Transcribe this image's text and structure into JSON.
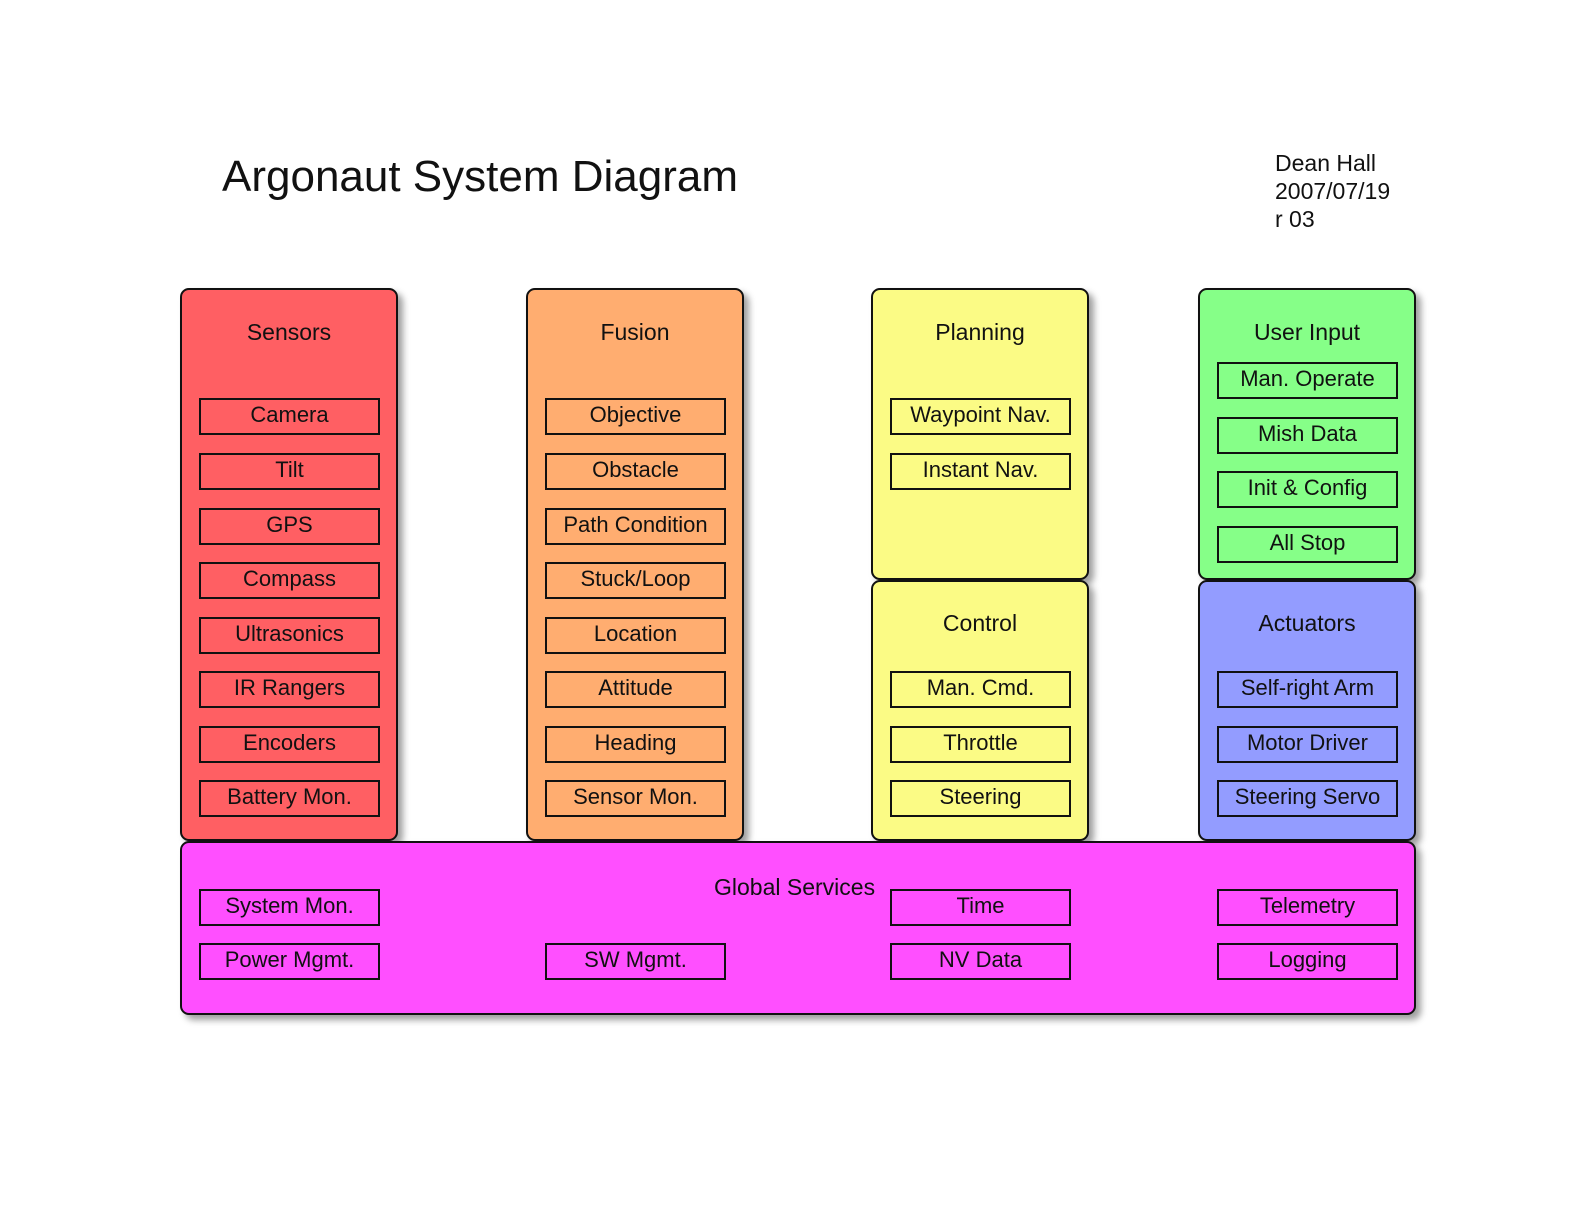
{
  "header": {
    "title": "Argonaut System Diagram",
    "author": "Dean Hall",
    "date": "2007/07/19",
    "revision": "r 03"
  },
  "sensors": {
    "title": "Sensors",
    "color": "#ff5f63",
    "items": [
      "Camera",
      "Tilt",
      "GPS",
      "Compass",
      "Ultrasonics",
      "IR Rangers",
      "Encoders",
      "Battery Mon."
    ]
  },
  "fusion": {
    "title": "Fusion",
    "color": "#ffad70",
    "items": [
      "Objective",
      "Obstacle",
      "Path Condition",
      "Stuck/Loop",
      "Location",
      "Attitude",
      "Heading",
      "Sensor Mon."
    ]
  },
  "planning": {
    "title": "Planning",
    "color": "#fbfb85",
    "items": [
      "Waypoint Nav.",
      "Instant Nav."
    ]
  },
  "control": {
    "title": "Control",
    "color": "#fbfb85",
    "items": [
      "Man. Cmd.",
      "Throttle",
      "Steering"
    ]
  },
  "user_input": {
    "title": "User Input",
    "color": "#86ff88",
    "items": [
      "Man. Operate",
      "Mish Data",
      "Init & Config",
      "All Stop"
    ]
  },
  "actuators": {
    "title": "Actuators",
    "color": "#939cff",
    "items": [
      "Self-right Arm",
      "Motor Driver",
      "Steering Servo"
    ]
  },
  "global_services": {
    "title": "Global Services",
    "color": "#ff4fff",
    "items": [
      "System Mon.",
      "Time",
      "Telemetry",
      "Power Mgmt.",
      "SW Mgmt.",
      "NV Data",
      "Logging"
    ]
  }
}
